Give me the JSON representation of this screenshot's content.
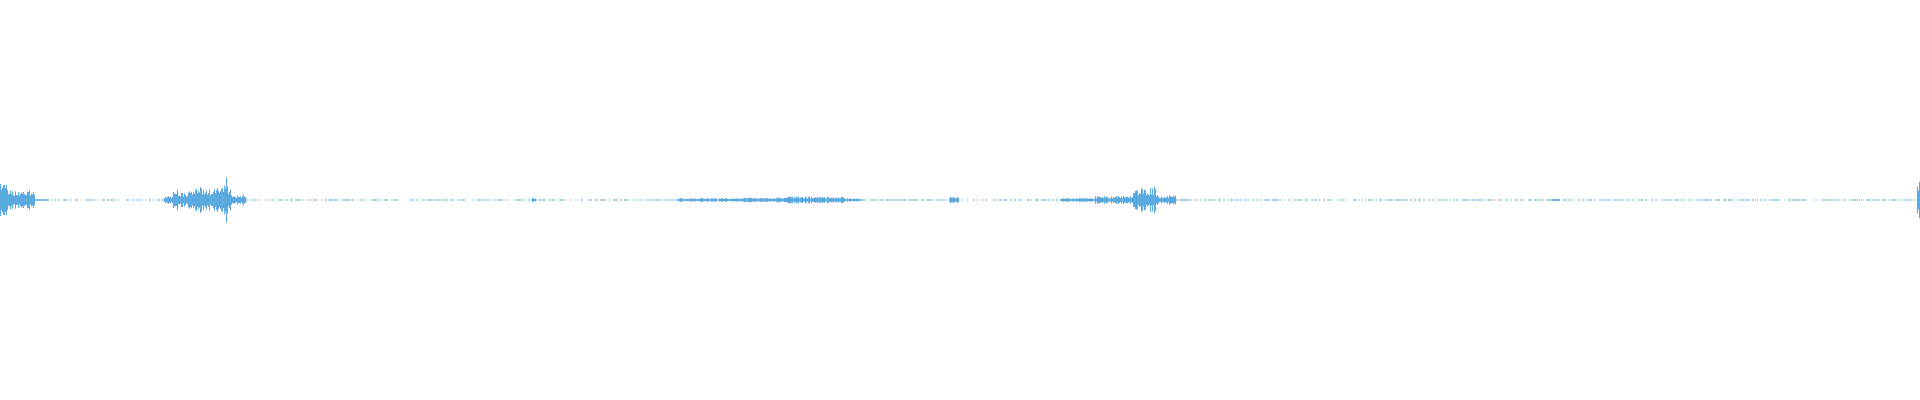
{
  "waveform": {
    "color": "#5aa9df",
    "background": "#ffffff",
    "amplitude_floor": 0.006,
    "segments": [
      {
        "start": 0.0,
        "end": 0.004,
        "amp": 0.48
      },
      {
        "start": 0.004,
        "end": 0.018,
        "amp": 0.22
      },
      {
        "start": 0.018,
        "end": 0.025,
        "amp": 0.02
      },
      {
        "start": 0.085,
        "end": 0.09,
        "amp": 0.1
      },
      {
        "start": 0.09,
        "end": 0.1,
        "amp": 0.22
      },
      {
        "start": 0.1,
        "end": 0.11,
        "amp": 0.32
      },
      {
        "start": 0.11,
        "end": 0.12,
        "amp": 0.36
      },
      {
        "start": 0.12,
        "end": 0.128,
        "amp": 0.14
      },
      {
        "start": 0.277,
        "end": 0.279,
        "amp": 0.06
      },
      {
        "start": 0.353,
        "end": 0.38,
        "amp": 0.05
      },
      {
        "start": 0.38,
        "end": 0.41,
        "amp": 0.06
      },
      {
        "start": 0.41,
        "end": 0.44,
        "amp": 0.09
      },
      {
        "start": 0.44,
        "end": 0.448,
        "amp": 0.04
      },
      {
        "start": 0.494,
        "end": 0.499,
        "amp": 0.09
      },
      {
        "start": 0.552,
        "end": 0.57,
        "amp": 0.05
      },
      {
        "start": 0.57,
        "end": 0.59,
        "amp": 0.1
      },
      {
        "start": 0.59,
        "end": 0.602,
        "amp": 0.3
      },
      {
        "start": 0.602,
        "end": 0.612,
        "amp": 0.12
      },
      {
        "start": 0.808,
        "end": 0.812,
        "amp": 0.03
      },
      {
        "start": 0.998,
        "end": 1.0,
        "amp": 0.52
      }
    ]
  }
}
